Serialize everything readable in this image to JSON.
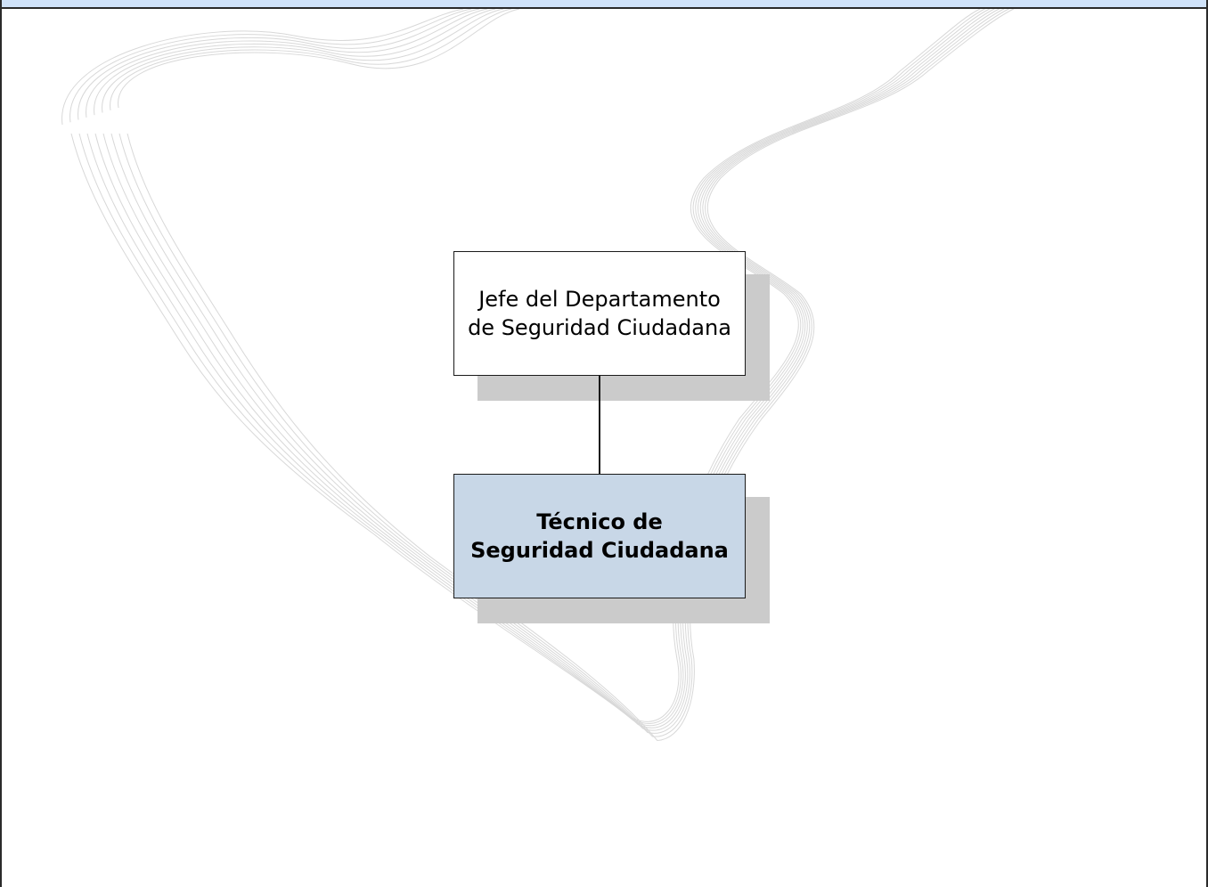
{
  "colors": {
    "header_band": "#cfe2f9",
    "header_border": "#2a2a2a",
    "frame": "#2a2a2a",
    "shadow": "#cbcbcb",
    "box_top_fill": "#ffffff",
    "box_bottom_fill": "#c8d7e7",
    "watermark_stroke": "#d8d8d8"
  },
  "diagram": {
    "nodes": [
      {
        "id": "jefe",
        "lines": [
          "Jefe del Departamento",
          "de Seguridad Ciudadana"
        ],
        "bold": false
      },
      {
        "id": "tecnico",
        "lines": [
          "Técnico de",
          "Seguridad Ciudadana"
        ],
        "bold": true
      }
    ],
    "edges": [
      {
        "from": "jefe",
        "to": "tecnico"
      }
    ]
  }
}
